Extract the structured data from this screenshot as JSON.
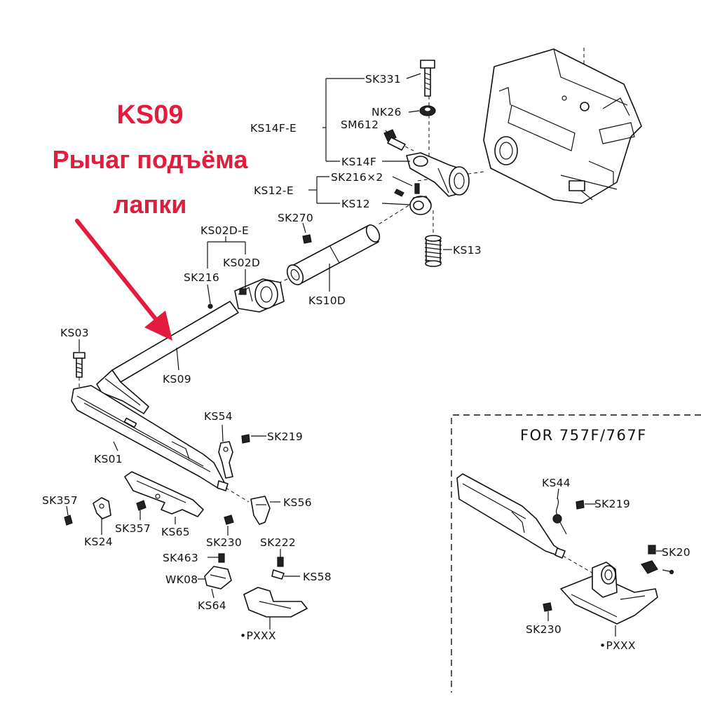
{
  "highlight": {
    "code": "KS09",
    "title_line1": "Рычаг подъёма",
    "title_line2": "лапки",
    "color": "#e31b3c"
  },
  "labels": {
    "SK331": "SK331",
    "NK26": "NK26",
    "SM612": "SM612",
    "KS14F_E": "KS14F-E",
    "KS14F": "KS14F",
    "SK216x2": "SK216×2",
    "KS12_E": "KS12-E",
    "KS12": "KS12",
    "SK270": "SK270",
    "KS13": "KS13",
    "KS02D_E": "KS02D-E",
    "SK216": "SK216",
    "KS02D": "KS02D",
    "KS10D": "KS10D",
    "KS03": "KS03",
    "KS09": "KS09",
    "KS54": "KS54",
    "SK219": "SK219",
    "KS01": "KS01",
    "SK357_a": "SK357",
    "SK357_b": "SK357",
    "KS65": "KS65",
    "KS56": "KS56",
    "KS24": "KS24",
    "SK230": "SK230",
    "SK222": "SK222",
    "SK463": "SK463",
    "WK08": "WK08",
    "KS58": "KS58",
    "KS64": "KS64",
    "PXXX": "•PXXX"
  },
  "inset": {
    "title": "FOR 757F/767F",
    "KS44": "KS44",
    "SK219": "SK219",
    "SK20": "SK20",
    "SK230": "SK230",
    "PXXX": "•PXXX"
  }
}
